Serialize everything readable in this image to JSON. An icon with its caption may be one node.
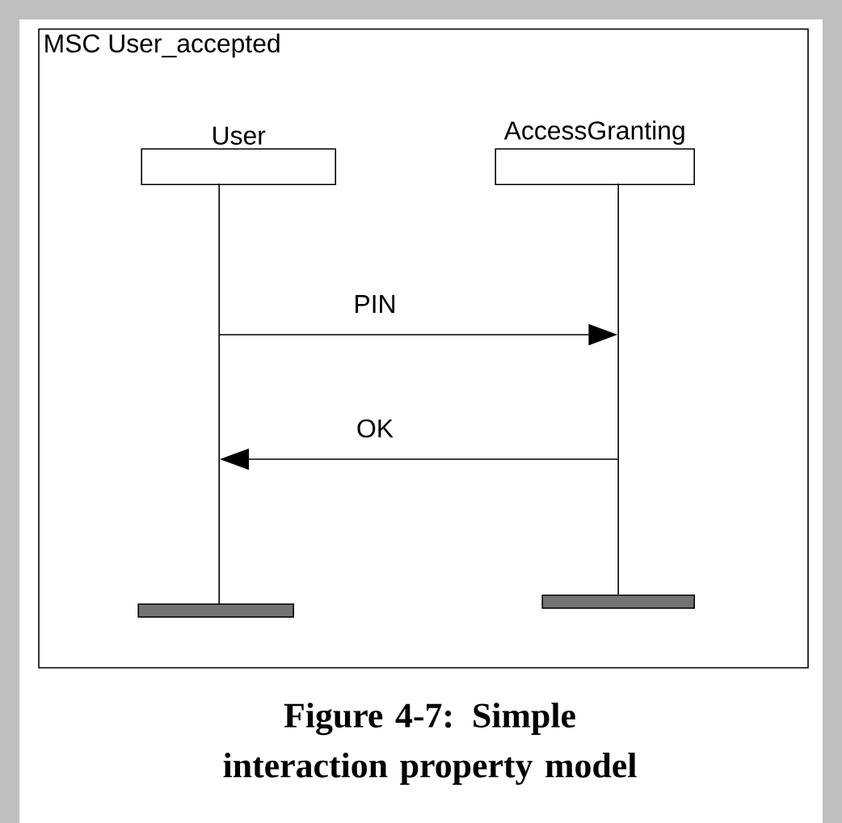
{
  "diagram": {
    "caption": "Figure 4-7: Simple interaction property model",
    "nodes": [
      {
        "text": [
          "MSC User_accepted"
        ]
      },
      {
        "text": [
          "User"
        ],
        "in": 0
      },
      {
        "text": [
          "AccessGranting"
        ],
        "in": 0
      },
      {
        "text": [],
        "shape": "line",
        "in": 0
      },
      {
        "text": [],
        "shape": "line",
        "in": 0
      },
      {
        "text": [],
        "shape": "bar",
        "in": 0
      },
      {
        "text": [],
        "shape": "bar",
        "in": 0
      }
    ],
    "edges": [
      {
        "from": 3,
        "to": 4,
        "arrow": "to",
        "label": "PIN"
      },
      {
        "from": 4,
        "to": 3,
        "arrow": "to",
        "label": "OK"
      }
    ]
  }
}
